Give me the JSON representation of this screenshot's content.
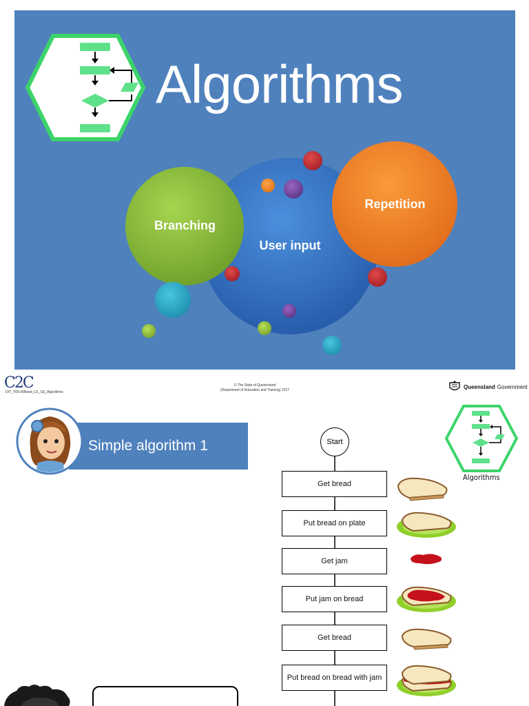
{
  "slide1": {
    "title": "Algorithms",
    "bubbles": {
      "branching": "Branching",
      "user_input": "User input",
      "repetition": "Repetition"
    },
    "colors": {
      "background": "#4f81bd",
      "green": "#8cbf3f",
      "blue": "#3a78c9",
      "orange": "#f0882a",
      "red": "#c0303a",
      "purple": "#7a4aa0",
      "teal": "#27a9c8"
    }
  },
  "footer": {
    "logo": "C2C",
    "code": "DIT_Y05-06Band_U1_SS_Algorithms",
    "copyright_line1": "© The State of Queensland",
    "copyright_line2": "(Department of Education and Training) 2017",
    "gov_bold": "Queensland",
    "gov_rest": "Government"
  },
  "slide2": {
    "heading": "Simple algorithm 1",
    "logo_label": "Algorithms",
    "start": "Start",
    "steps": [
      "Get bread",
      "Put bread on plate",
      "Get jam",
      "Put jam on bread",
      "Get bread",
      "Put bread on bread with jam"
    ]
  }
}
